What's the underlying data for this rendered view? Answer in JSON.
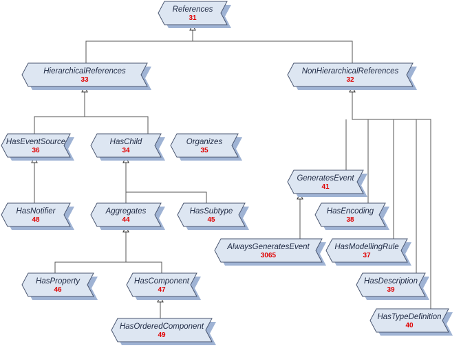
{
  "nodes": {
    "references": {
      "label": "References",
      "id": "31"
    },
    "hierarchical_references": {
      "label": "HierarchicalReferences",
      "id": "33"
    },
    "non_hierarchical_references": {
      "label": "NonHierarchicalReferences",
      "id": "32"
    },
    "has_event_source": {
      "label": "HasEventSource",
      "id": "36"
    },
    "has_child": {
      "label": "HasChild",
      "id": "34"
    },
    "organizes": {
      "label": "Organizes",
      "id": "35"
    },
    "has_notifier": {
      "label": "HasNotifier",
      "id": "48"
    },
    "aggregates": {
      "label": "Aggregates",
      "id": "44"
    },
    "has_subtype": {
      "label": "HasSubtype",
      "id": "45"
    },
    "has_property": {
      "label": "HasProperty",
      "id": "46"
    },
    "has_component": {
      "label": "HasComponent",
      "id": "47"
    },
    "has_ordered_component": {
      "label": "HasOrderedComponent",
      "id": "49"
    },
    "generates_event": {
      "label": "GeneratesEvent",
      "id": "41"
    },
    "always_generates_event": {
      "label": "AlwaysGeneratesEvent",
      "id": "3065"
    },
    "has_encoding": {
      "label": "HasEncoding",
      "id": "38"
    },
    "has_modelling_rule": {
      "label": "HasModellingRule",
      "id": "37"
    },
    "has_description": {
      "label": "HasDescription",
      "id": "39"
    },
    "has_type_definition": {
      "label": "HasTypeDefinition",
      "id": "40"
    }
  },
  "colors": {
    "node_fill": "#dde6f2",
    "node_shadow": "#9fb3d4",
    "node_border": "#4a5670",
    "id_text": "#e00000",
    "connector": "#555555"
  }
}
